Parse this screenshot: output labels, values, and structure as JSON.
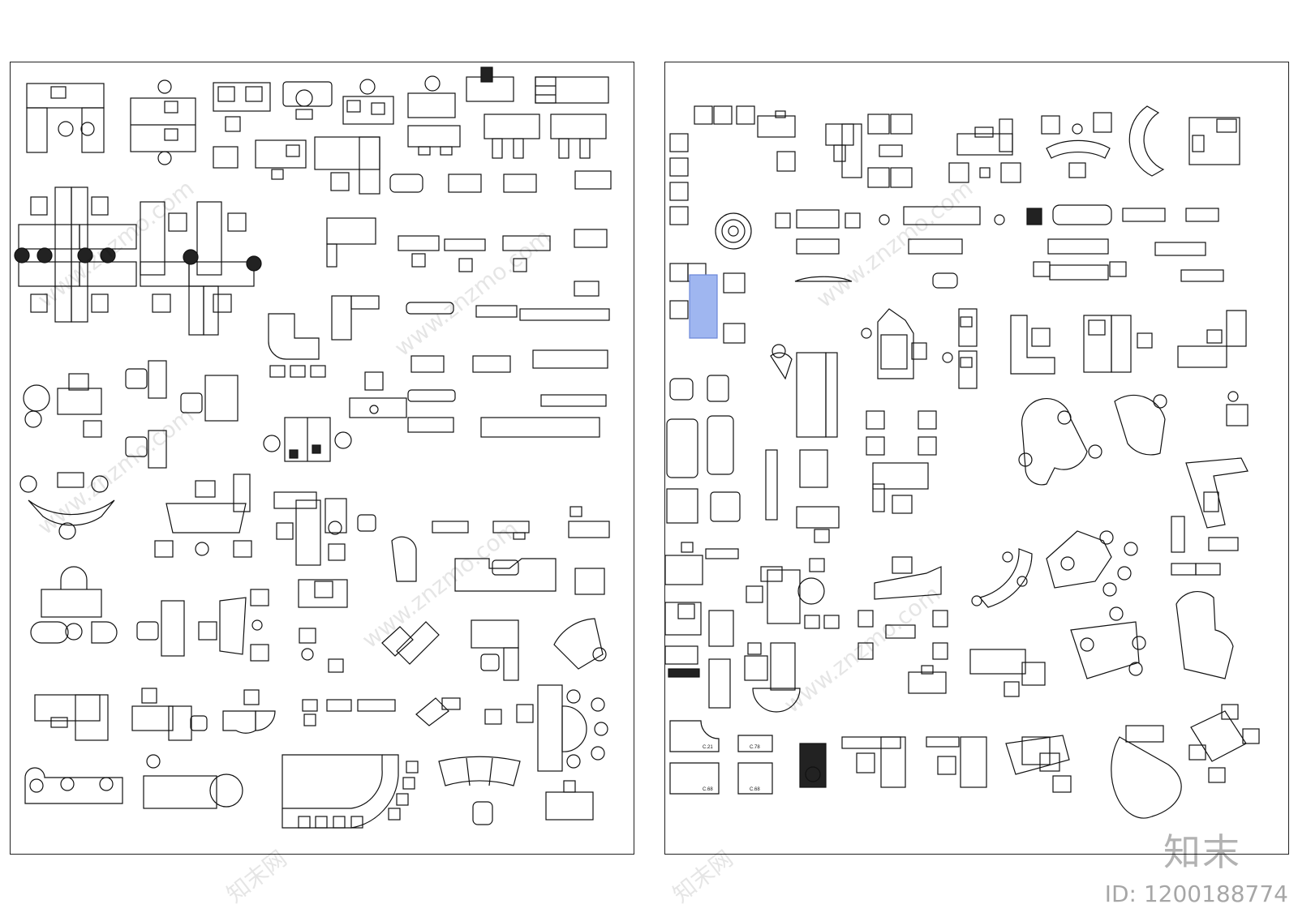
{
  "watermark": {
    "brand": "知末",
    "id_label": "ID: 1200188774",
    "site": "www.znzmo.com",
    "site_cn": "知末网"
  },
  "sheets": {
    "left": {
      "tag_labels": []
    },
    "right": {
      "tag_labels": [
        "C.21",
        "C.78",
        "C.68",
        "C.68"
      ]
    }
  },
  "colors": {
    "line": "#111111",
    "selection": "#9fb6f0",
    "watermark": "#bbbbbb"
  },
  "icons": {
    "office-chair": "office-chair-icon",
    "desk": "desk-icon",
    "plant": "plant-icon",
    "sofa": "sofa-icon",
    "round-table": "round-table-icon"
  }
}
